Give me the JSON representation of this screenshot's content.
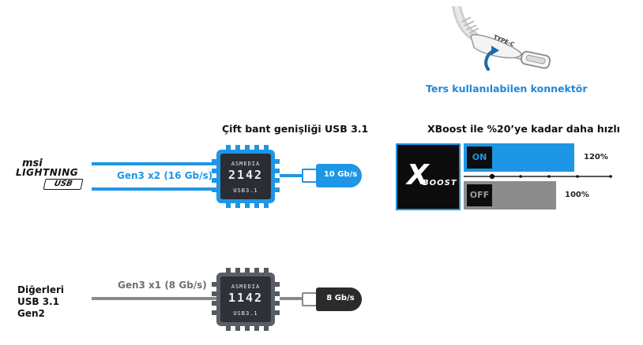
{
  "connector": {
    "plug_label": "TYPE-C",
    "caption": "Ters kullanılabilen konnektör"
  },
  "msi_logo": {
    "brand": "msi",
    "line1": "LIGHTNING",
    "line2": "USB"
  },
  "dual_band": {
    "title": "Çift bant genişliği USB 3.1",
    "line_label": "Gen3 x2 (16 Gb/s)",
    "chip_brand": "ASMEDIA",
    "chip_model": "2142",
    "chip_sub": "USB3.1",
    "stick_label": "10 Gb/s",
    "accent_color": "#1e96e6"
  },
  "others": {
    "label_lines": [
      "Diğerleri",
      "USB 3.1",
      "Gen2"
    ],
    "line_label": "Gen3 x1 (8 Gb/s)",
    "chip_brand": "ASMEDIA",
    "chip_model": "1142",
    "chip_sub": "USB3.1",
    "stick_label": "8 Gb/s",
    "line_color": "#8a8a8a"
  },
  "xboost": {
    "title": "XBoost ile %20’ye kadar daha hızlı",
    "logo_letter": "X",
    "logo_word": "BOOST",
    "on_label": "ON",
    "on_percent": "120%",
    "off_label": "OFF",
    "off_percent": "100%",
    "on_value": 120,
    "off_value": 100,
    "on_color": "#1e96e6",
    "off_color": "#8c8c8c"
  }
}
